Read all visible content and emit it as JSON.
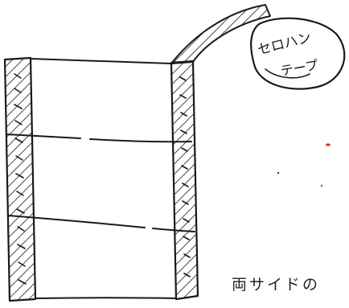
{
  "drawing": {
    "tape_roll_label_line1": "セロハン",
    "tape_roll_label_line2": "テープ",
    "caption": "両サイドの"
  },
  "colors": {
    "ink": "#1a1a1a",
    "red_dot": "#d9302a",
    "paper": "#ffffff"
  }
}
